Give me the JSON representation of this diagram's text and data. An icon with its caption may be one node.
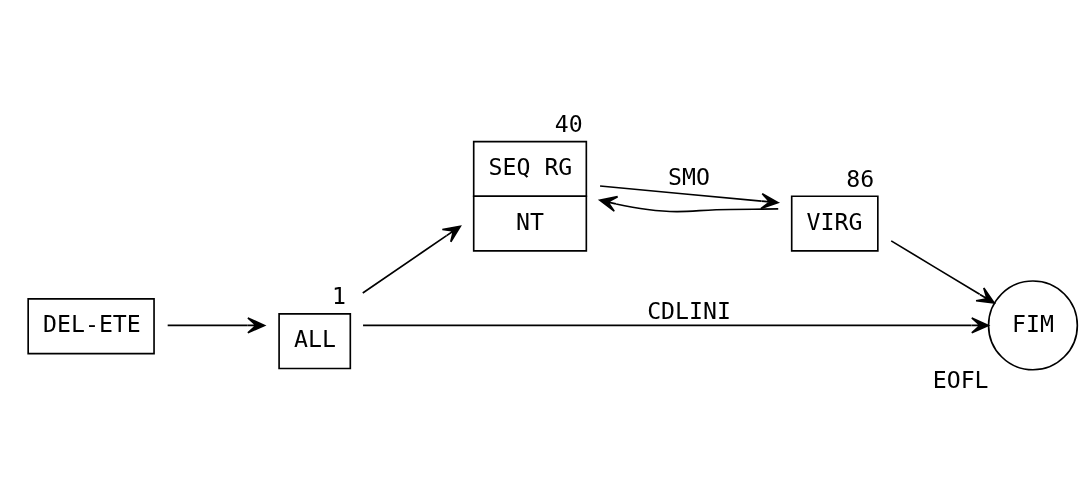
{
  "diagram": {
    "nodes": [
      {
        "text": [
          "DEL-ETE"
        ]
      },
      {
        "text": [
          "ALL"
        ],
        "beside": [
          "1"
        ]
      },
      {
        "text": [
          "SEQ RG",
          "NT"
        ],
        "beside": [
          "40"
        ]
      },
      {
        "text": [
          "VIRG"
        ],
        "beside": [
          "86"
        ]
      },
      {
        "text": [
          "FIM"
        ],
        "beside": [
          "EOFL"
        ]
      }
    ],
    "edges": [
      {
        "from": 0,
        "to": 1,
        "arrow": "to"
      },
      {
        "from": 1,
        "to": 4,
        "arrow": "to",
        "label": "CDLINI"
      },
      {
        "from": 1,
        "to": 2,
        "arrow": "to"
      },
      {
        "from": 3,
        "to": 2,
        "arrow": "to"
      },
      {
        "from": 2,
        "to": 3,
        "arrow": "to",
        "label": "SMO"
      },
      {
        "from": 3,
        "to": 4,
        "arrow": "to"
      }
    ]
  }
}
